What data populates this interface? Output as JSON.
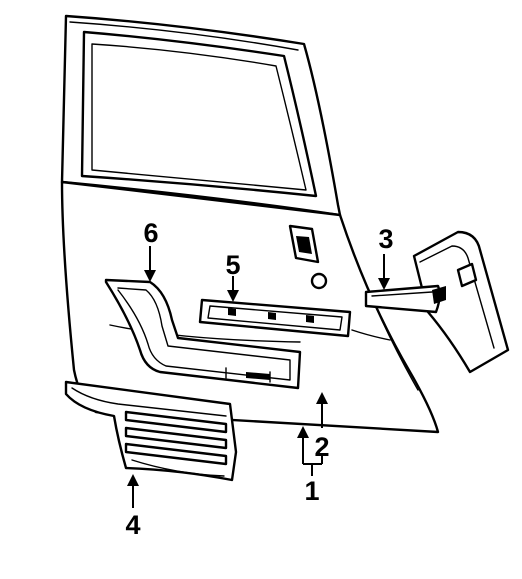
{
  "diagram": {
    "callouts": [
      {
        "id": "1",
        "text": "1"
      },
      {
        "id": "2",
        "text": "2"
      },
      {
        "id": "3",
        "text": "3"
      },
      {
        "id": "4",
        "text": "4"
      },
      {
        "id": "5",
        "text": "5"
      },
      {
        "id": "6",
        "text": "6"
      }
    ],
    "colors": {
      "line": "#000000",
      "background": "#ffffff"
    }
  }
}
